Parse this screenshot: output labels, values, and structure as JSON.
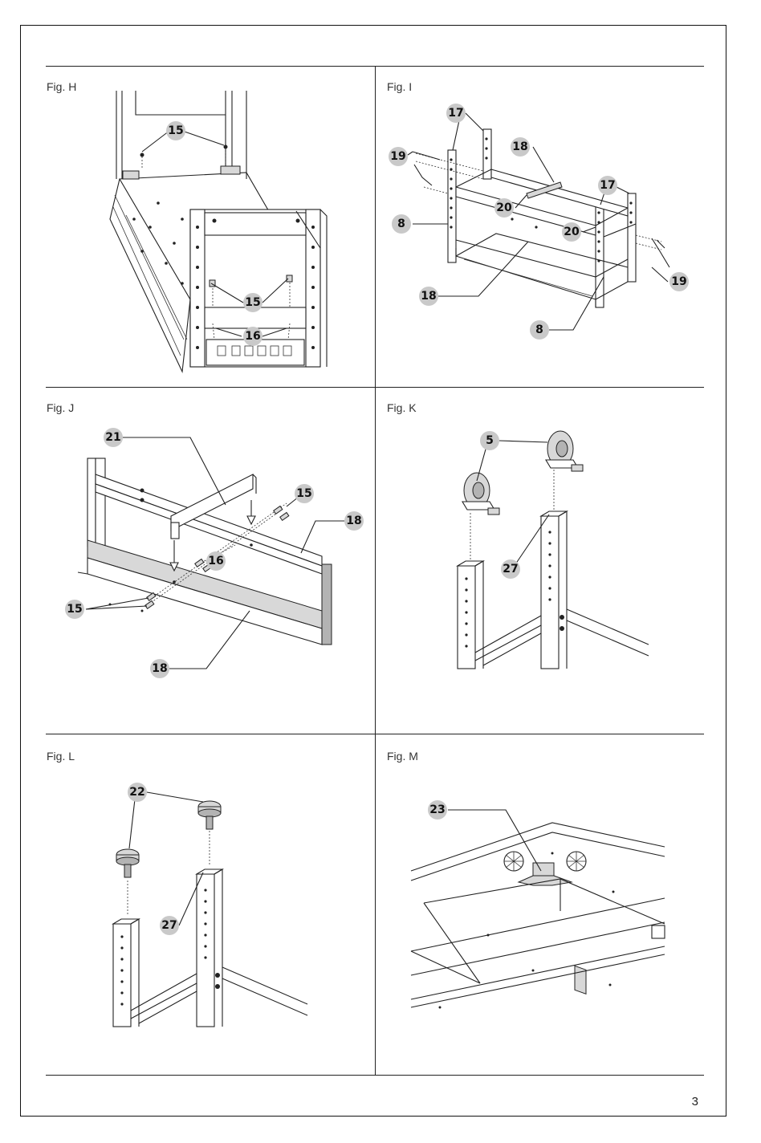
{
  "figures": [
    {
      "id": "H",
      "label": "Fig. H",
      "callouts": [
        "15",
        "15",
        "16"
      ]
    },
    {
      "id": "I",
      "label": "Fig. I",
      "callouts": [
        "17",
        "17",
        "18",
        "18",
        "19",
        "19",
        "20",
        "20",
        "8",
        "8"
      ]
    },
    {
      "id": "J",
      "label": "Fig. J",
      "callouts": [
        "21",
        "15",
        "15",
        "18",
        "18",
        "16"
      ]
    },
    {
      "id": "K",
      "label": "Fig. K",
      "callouts": [
        "5",
        "27"
      ]
    },
    {
      "id": "L",
      "label": "Fig. L",
      "callouts": [
        "22",
        "27"
      ]
    },
    {
      "id": "M",
      "label": "Fig. M",
      "callouts": [
        "23"
      ]
    }
  ],
  "page_number": "3"
}
